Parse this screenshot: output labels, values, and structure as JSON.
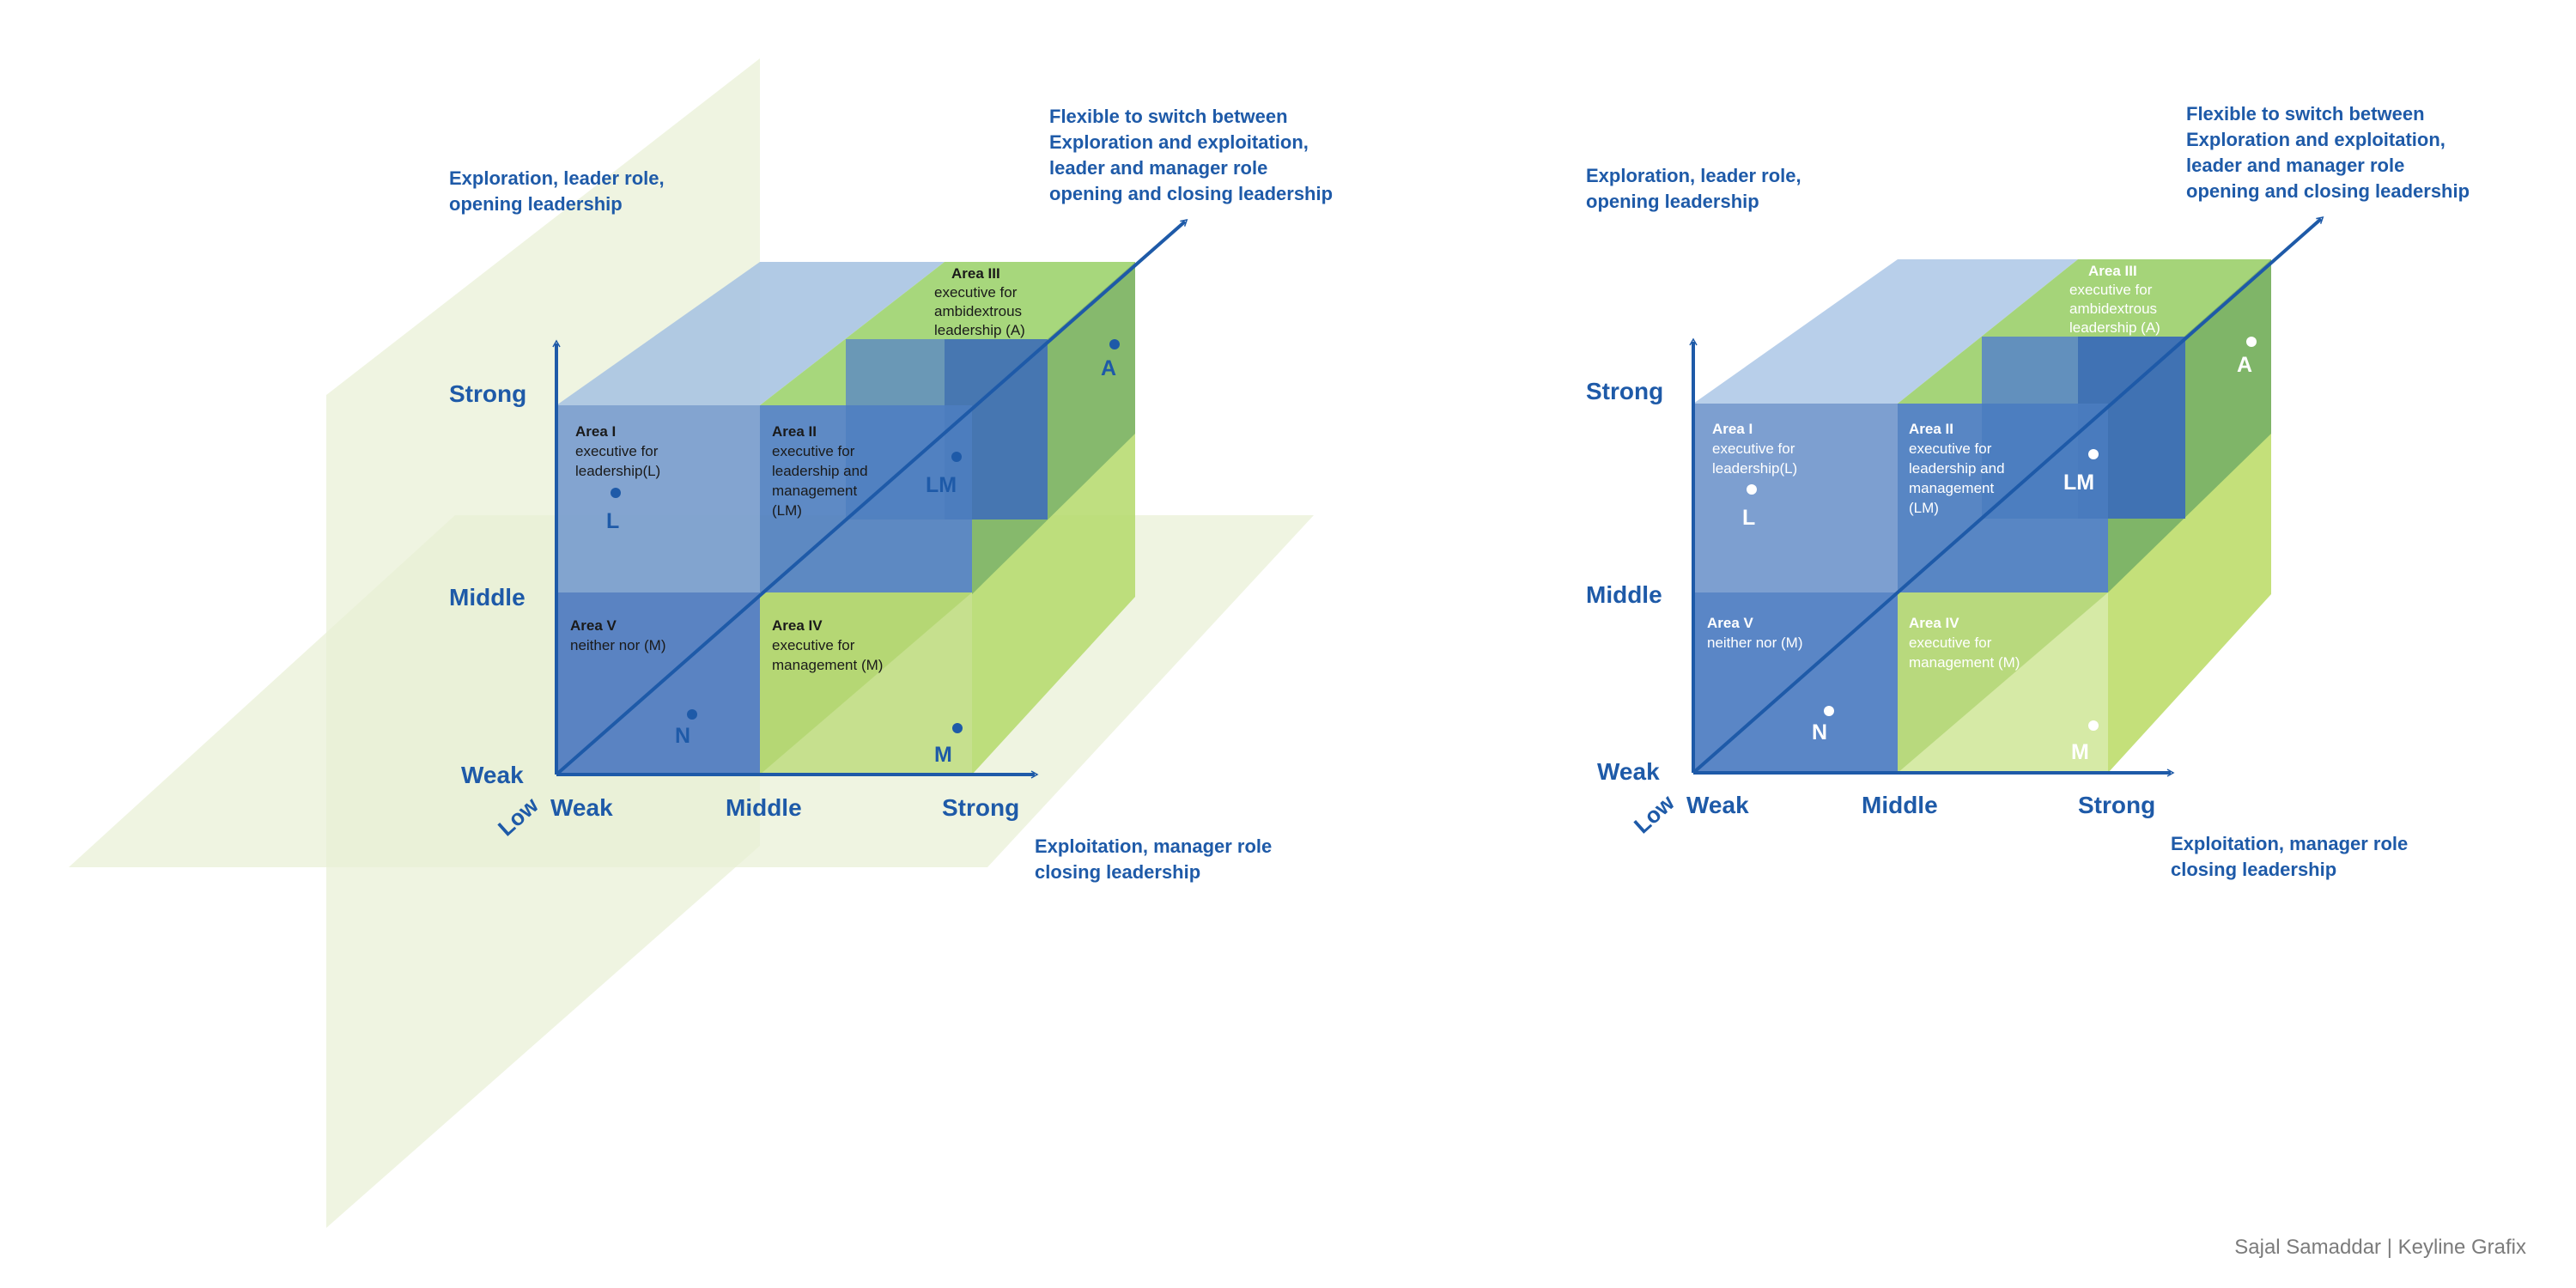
{
  "colors": {
    "axis": "#1e5aa8",
    "area_dark_text": "#1a1a1a",
    "area_light_text": "#ffffff",
    "plane": "#e8f0d4",
    "green": "#8cc63f",
    "blue": "#4a7ec0"
  },
  "labels": {
    "strong": "Strong",
    "middle": "Middle",
    "weak": "Weak",
    "low": "Low",
    "y_caption": [
      "Exploration, leader role,",
      "opening leadership"
    ],
    "x_caption": [
      "Exploitation, manager role",
      "closing leadership"
    ],
    "z_caption": [
      "Flexible to switch between",
      "Exploration and exploitation,",
      "leader and manager role",
      "opening and closing leadership"
    ]
  },
  "areas": {
    "i": {
      "title": "Area  I",
      "desc": [
        "executive for",
        "leadership(L)"
      ]
    },
    "ii": {
      "title": "Area  II",
      "desc": [
        "executive for",
        "leadership and",
        "management",
        "(LM)"
      ]
    },
    "iii": {
      "title": "Area  III",
      "desc": [
        "executive for",
        "ambidextrous",
        "leadership (A)"
      ]
    },
    "iv": {
      "title": "Area  IV",
      "desc": [
        "executive for",
        "management (M)"
      ]
    },
    "v": {
      "title": "Area  V",
      "desc": [
        "neither nor (M)"
      ]
    }
  },
  "points": {
    "l": "L",
    "lm": "LM",
    "a": "A",
    "n": "N",
    "m": "M"
  },
  "credit": "Sajal Samaddar | Keyline Grafix"
}
